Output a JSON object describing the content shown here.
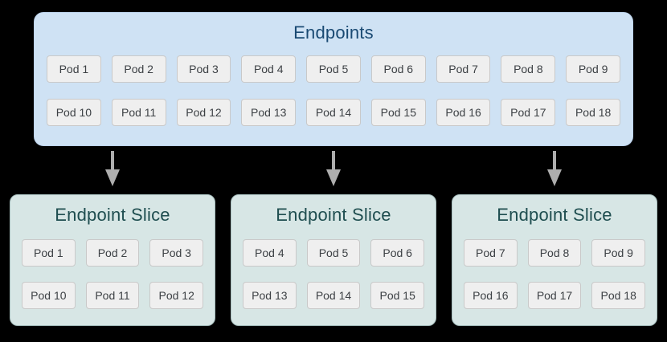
{
  "colors": {
    "page_background": "#000000",
    "endpoints_box_background": "#cfe2f4",
    "endpoints_title_text": "#1a4a73",
    "slice_box_background": "#d7e6e5",
    "slice_title_text": "#1f4e50",
    "pod_background": "#efefef",
    "pod_border": "#c9c9c9",
    "pod_text": "#3d4145",
    "arrow": "#aeaeae"
  },
  "endpoints": {
    "title": "Endpoints",
    "rows": [
      [
        "Pod 1",
        "Pod 2",
        "Pod 3",
        "Pod 4",
        "Pod 5",
        "Pod 6",
        "Pod 7",
        "Pod 8",
        "Pod 9"
      ],
      [
        "Pod 10",
        "Pod 11",
        "Pod 12",
        "Pod 13",
        "Pod 14",
        "Pod 15",
        "Pod 16",
        "Pod 17",
        "Pod 18"
      ]
    ]
  },
  "slices": [
    {
      "title": "Endpoint Slice",
      "rows": [
        [
          "Pod 1",
          "Pod 2",
          "Pod 3"
        ],
        [
          "Pod 10",
          "Pod 11",
          "Pod 12"
        ]
      ]
    },
    {
      "title": "Endpoint Slice",
      "rows": [
        [
          "Pod 4",
          "Pod 5",
          "Pod 6"
        ],
        [
          "Pod 13",
          "Pod 14",
          "Pod 15"
        ]
      ]
    },
    {
      "title": "Endpoint Slice",
      "rows": [
        [
          "Pod 7",
          "Pod 8",
          "Pod 9"
        ],
        [
          "Pod 16",
          "Pod 17",
          "Pod 18"
        ]
      ]
    }
  ]
}
